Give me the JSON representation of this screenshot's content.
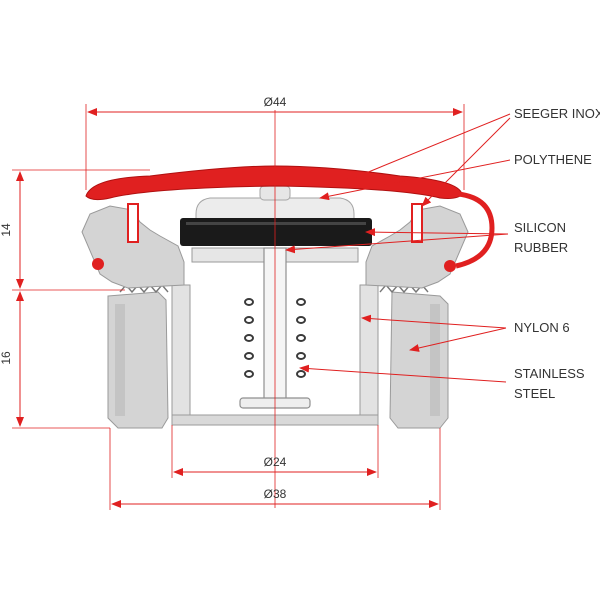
{
  "colors": {
    "polythene": "#e02020",
    "nylon": "#d4d4d4",
    "nylon_dark": "#b5b5b5",
    "silicon": "#1a1a1a",
    "steel": "#f2f2f2",
    "leader": "#e02020",
    "outline": "#555555"
  },
  "dimensions": {
    "top_width": "Ø44",
    "inner_width": "Ø24",
    "bottom_width": "Ø38",
    "upper_height": "14",
    "lower_height": "16"
  },
  "labels": {
    "seeger": "SEEGER INOX",
    "polythene": "POLYTHENE",
    "silicon_line1": "SILICON",
    "silicon_line2": "RUBBER",
    "nylon": "NYLON 6",
    "steel_line1": "STAINLESS",
    "steel_line2": "STEEL"
  }
}
